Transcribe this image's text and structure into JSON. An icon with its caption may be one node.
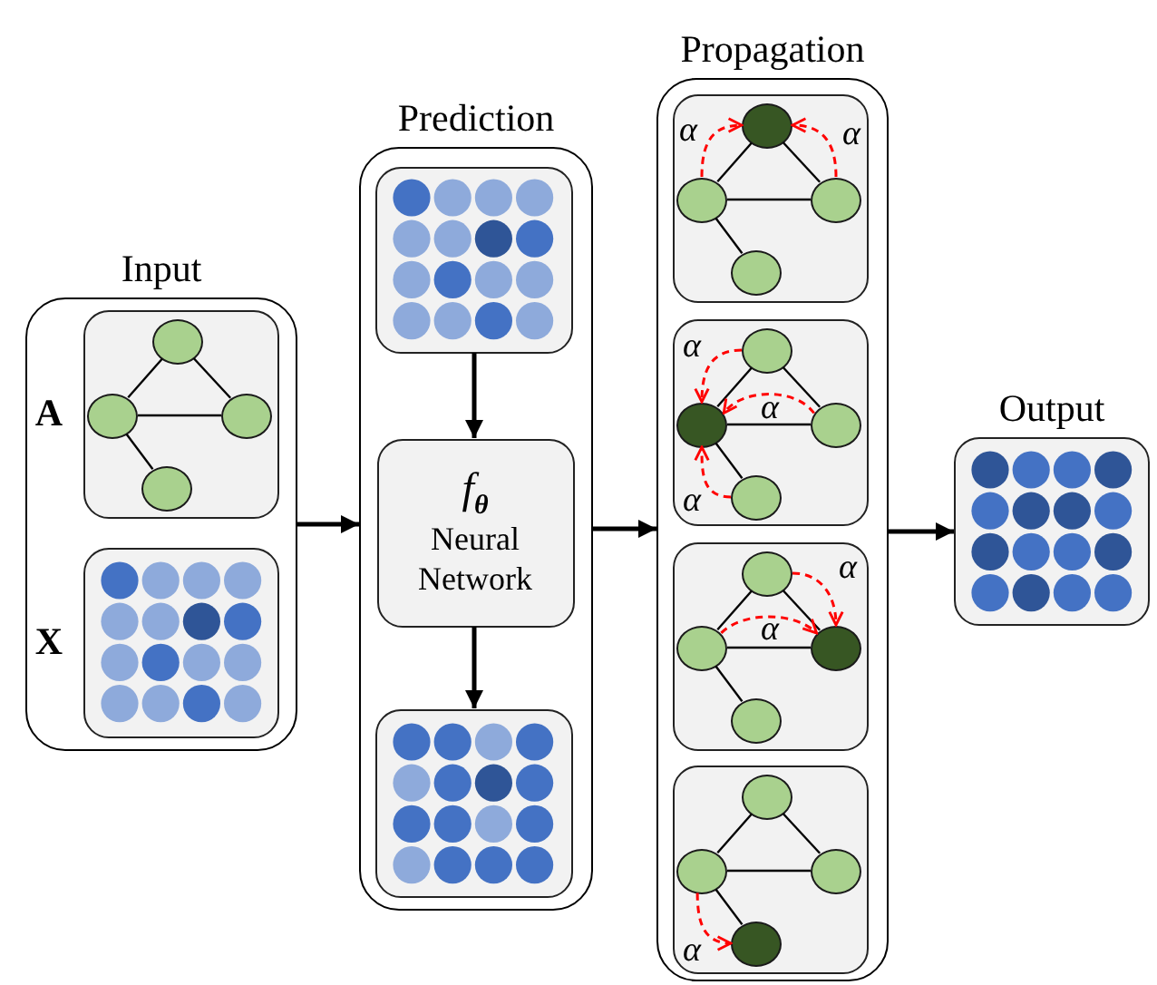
{
  "diagram": {
    "nodes": [
      {
        "text": [
          "Input"
        ]
      },
      {
        "text": [],
        "shape": "box",
        "in": 0,
        "beside": [
          "A"
        ]
      },
      {
        "text": [],
        "shape": "circle",
        "in": 1
      },
      {
        "text": [],
        "shape": "circle",
        "in": 1
      },
      {
        "text": [],
        "shape": "circle",
        "in": 1
      },
      {
        "text": [],
        "shape": "circle",
        "in": 1
      },
      {
        "text": [],
        "shape": "box",
        "in": 0,
        "beside": [
          "X"
        ]
      },
      {
        "text": [
          "Prediction"
        ]
      },
      {
        "text": [],
        "shape": "box",
        "in": 7
      },
      {
        "text": [
          "f$_{θ}$",
          "Neural Network"
        ],
        "in": 7
      },
      {
        "text": [],
        "shape": "box",
        "in": 7
      },
      {
        "text": [
          "Propagation"
        ]
      },
      {
        "text": [],
        "shape": "box",
        "in": 11
      },
      {
        "text": [],
        "shape": "circle",
        "in": 12
      },
      {
        "text": [],
        "shape": "circle",
        "in": 12
      },
      {
        "text": [],
        "shape": "circle",
        "in": 12
      },
      {
        "text": [],
        "shape": "circle",
        "in": 12
      },
      {
        "text": [],
        "shape": "box",
        "in": 11
      },
      {
        "text": [],
        "shape": "circle",
        "in": 17
      },
      {
        "text": [],
        "shape": "circle",
        "in": 17
      },
      {
        "text": [],
        "shape": "circle",
        "in": 17
      },
      {
        "text": [],
        "shape": "circle",
        "in": 17
      },
      {
        "text": [],
        "shape": "box",
        "in": 11
      },
      {
        "text": [],
        "shape": "circle",
        "in": 22
      },
      {
        "text": [],
        "shape": "circle",
        "in": 22
      },
      {
        "text": [],
        "shape": "circle",
        "in": 22
      },
      {
        "text": [],
        "shape": "circle",
        "in": 22
      },
      {
        "text": [],
        "shape": "box",
        "in": 11
      },
      {
        "text": [],
        "shape": "circle",
        "in": 27
      },
      {
        "text": [],
        "shape": "circle",
        "in": 27
      },
      {
        "text": [],
        "shape": "circle",
        "in": 27
      },
      {
        "text": [],
        "shape": "circle",
        "in": 27
      },
      {
        "text": [
          "Output"
        ]
      }
    ],
    "edges": [
      {
        "from": 0,
        "to": 7,
        "arrow": "to"
      },
      {
        "from": 8,
        "to": 9,
        "arrow": "to"
      },
      {
        "from": 9,
        "to": 10,
        "arrow": "to"
      },
      {
        "from": 7,
        "to": 11,
        "arrow": "to"
      },
      {
        "from": 11,
        "to": 32,
        "arrow": "to"
      },
      {
        "from": 2,
        "to": 3,
        "arrow": "none"
      },
      {
        "from": 2,
        "to": 4,
        "arrow": "none"
      },
      {
        "from": 3,
        "to": 4,
        "arrow": "none"
      },
      {
        "from": 3,
        "to": 5,
        "arrow": "none"
      },
      {
        "from": 13,
        "to": 14,
        "arrow": "none"
      },
      {
        "from": 13,
        "to": 15,
        "arrow": "none"
      },
      {
        "from": 14,
        "to": 15,
        "arrow": "none"
      },
      {
        "from": 14,
        "to": 16,
        "arrow": "none"
      },
      {
        "from": 18,
        "to": 19,
        "arrow": "none"
      },
      {
        "from": 18,
        "to": 20,
        "arrow": "none"
      },
      {
        "from": 19,
        "to": 20,
        "arrow": "none"
      },
      {
        "from": 19,
        "to": 21,
        "arrow": "none"
      },
      {
        "from": 23,
        "to": 24,
        "arrow": "none"
      },
      {
        "from": 23,
        "to": 25,
        "arrow": "none"
      },
      {
        "from": 24,
        "to": 25,
        "arrow": "none"
      },
      {
        "from": 24,
        "to": 26,
        "arrow": "none"
      },
      {
        "from": 28,
        "to": 29,
        "arrow": "none"
      },
      {
        "from": 28,
        "to": 30,
        "arrow": "none"
      },
      {
        "from": 29,
        "to": 30,
        "arrow": "none"
      },
      {
        "from": 29,
        "to": 31,
        "arrow": "none"
      },
      {
        "from": 14,
        "to": 13,
        "arrow": "to",
        "label": "α",
        "style": "dashed",
        "color": "#ff0000"
      },
      {
        "from": 15,
        "to": 13,
        "arrow": "to",
        "label": "α",
        "style": "dashed",
        "color": "#ff0000"
      },
      {
        "from": 18,
        "to": 19,
        "arrow": "to",
        "label": "α",
        "style": "dashed",
        "color": "#ff0000"
      },
      {
        "from": 20,
        "to": 19,
        "arrow": "to",
        "label": "α",
        "style": "dashed",
        "color": "#ff0000"
      },
      {
        "from": 21,
        "to": 19,
        "arrow": "to",
        "label": "α",
        "style": "dashed",
        "color": "#ff0000"
      },
      {
        "from": 23,
        "to": 25,
        "arrow": "to",
        "label": "α",
        "style": "dashed",
        "color": "#ff0000"
      },
      {
        "from": 24,
        "to": 25,
        "arrow": "to",
        "label": "α",
        "style": "dashed",
        "color": "#ff0000"
      },
      {
        "from": 29,
        "to": 31,
        "arrow": "to",
        "label": "α",
        "style": "dashed",
        "color": "#ff0000"
      }
    ]
  }
}
